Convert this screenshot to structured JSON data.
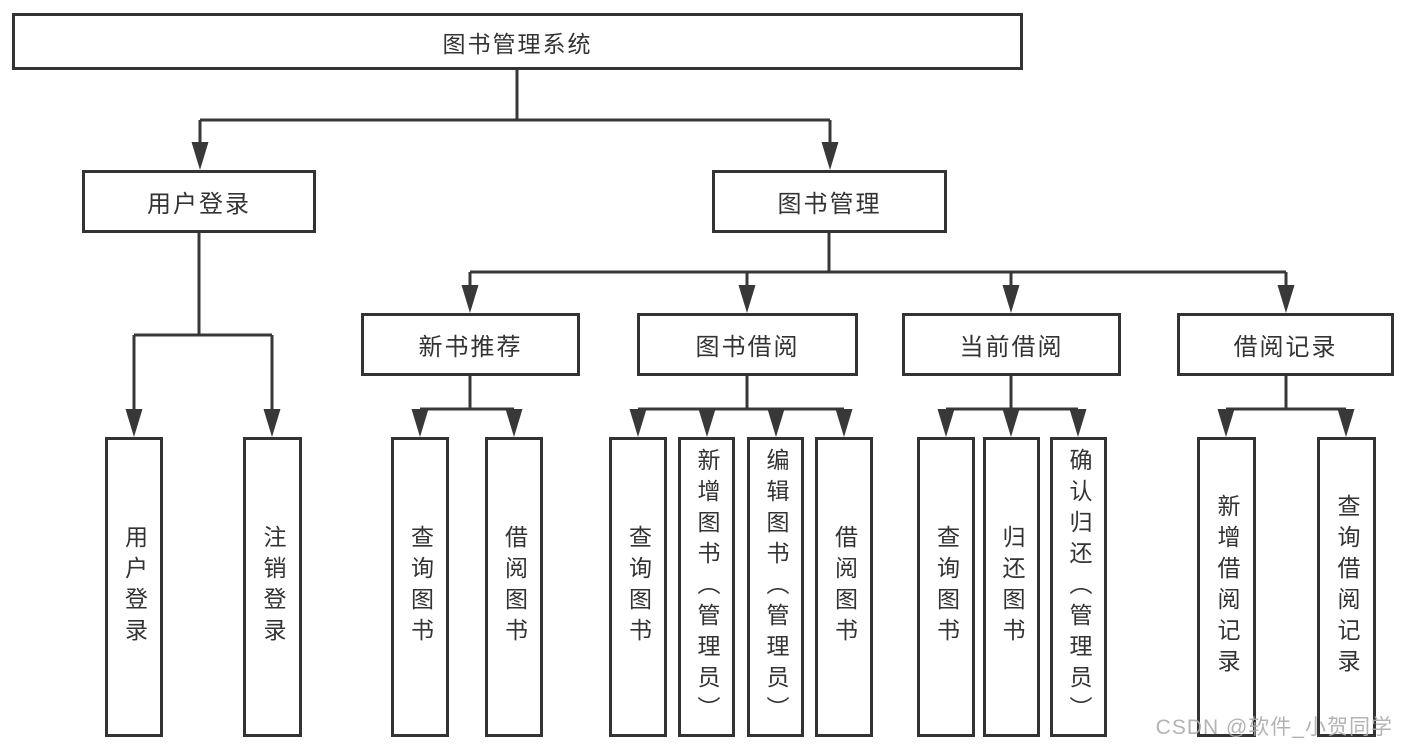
{
  "tree": {
    "label": "图书管理系统",
    "children": [
      {
        "label": "用户登录",
        "children": [
          {
            "label": "用户登录"
          },
          {
            "label": "注销登录"
          }
        ]
      },
      {
        "label": "图书管理",
        "children": [
          {
            "label": "新书推荐",
            "children": [
              {
                "label": "查询图书"
              },
              {
                "label": "借阅图书"
              }
            ]
          },
          {
            "label": "图书借阅",
            "children": [
              {
                "label": "查询图书"
              },
              {
                "label": "新增图书（管理员）"
              },
              {
                "label": "编辑图书（管理员）"
              },
              {
                "label": "借阅图书"
              }
            ]
          },
          {
            "label": "当前借阅",
            "children": [
              {
                "label": "查询图书"
              },
              {
                "label": "归还图书"
              },
              {
                "label": "确认归还（管理员）"
              }
            ]
          },
          {
            "label": "借阅记录",
            "children": [
              {
                "label": "新增借阅记录"
              },
              {
                "label": "查询借阅记录"
              }
            ]
          }
        ]
      }
    ]
  },
  "watermark": {
    "text": "CSDN @软件_小贺同学"
  },
  "colors": {
    "line": "#383838",
    "border": "#333333",
    "text": "#333333",
    "watermark": "#ababab",
    "background": "#ffffff"
  }
}
